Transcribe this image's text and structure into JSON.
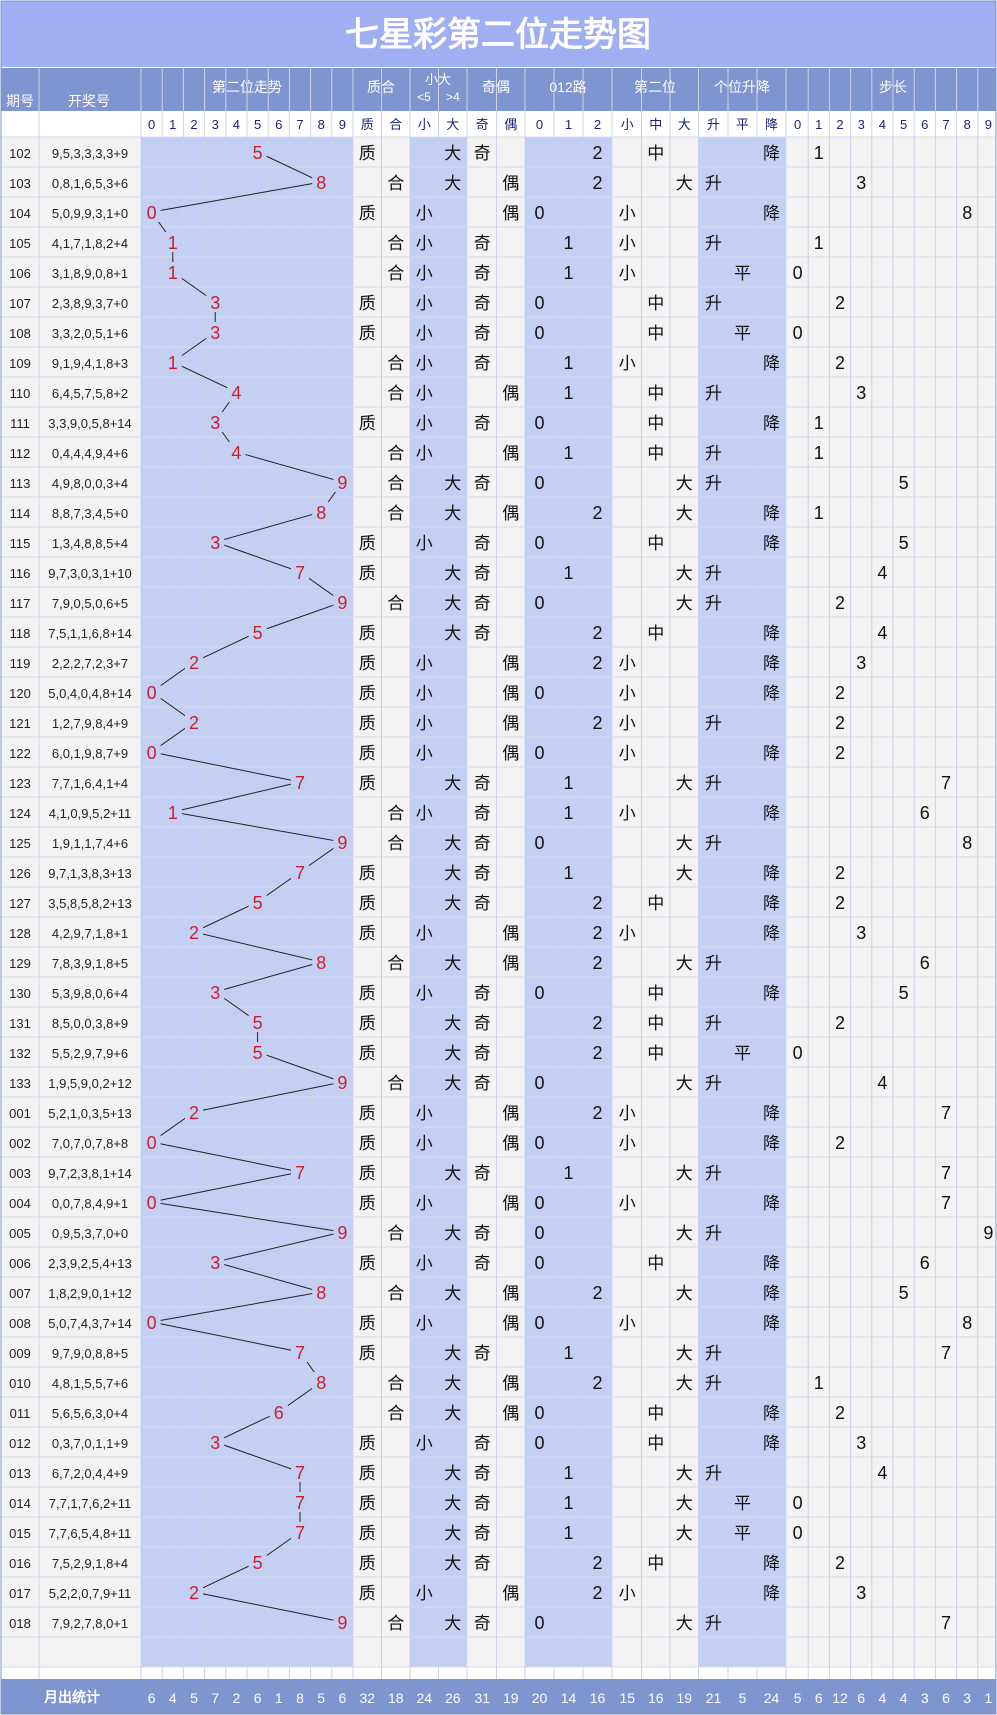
{
  "title": "七星彩第二位走势图",
  "header": {
    "issue": "期号",
    "draw": "开奖号",
    "trend": "第二位走势",
    "prime": "质合",
    "size": "小大",
    "size_note_small": "<5",
    "size_note_big": ">4",
    "odd_even": "奇偶",
    "road": "012路",
    "third": "第二位",
    "updown": "个位升降",
    "step": "步长"
  },
  "subheader": {
    "trend": [
      "0",
      "1",
      "2",
      "3",
      "4",
      "5",
      "6",
      "7",
      "8",
      "9"
    ],
    "prime": [
      "质",
      "合"
    ],
    "size": [
      "小",
      "大"
    ],
    "odd_even": [
      "奇",
      "偶"
    ],
    "road": [
      "0",
      "1",
      "2"
    ],
    "third": [
      "小",
      "中",
      "大"
    ],
    "updown": [
      "升",
      "平",
      "降"
    ],
    "step": [
      "0",
      "1",
      "2",
      "3",
      "4",
      "5",
      "6",
      "7",
      "8",
      "9"
    ]
  },
  "footer_label": "月出统计",
  "footer_values": [
    "6",
    "4",
    "5",
    "7",
    "2",
    "6",
    "1",
    "8",
    "5",
    "6",
    "32",
    "18",
    "24",
    "26",
    "31",
    "19",
    "20",
    "14",
    "16",
    "15",
    "16",
    "19",
    "21",
    "5",
    "24",
    "5",
    "6",
    "12",
    "6",
    "4",
    "4",
    "3",
    "6",
    "3",
    "1"
  ],
  "chart_data": {
    "type": "table",
    "issues": [
      "102",
      "103",
      "104",
      "105",
      "106",
      "107",
      "108",
      "109",
      "110",
      "111",
      "112",
      "113",
      "114",
      "115",
      "116",
      "117",
      "118",
      "119",
      "120",
      "121",
      "122",
      "123",
      "124",
      "125",
      "126",
      "127",
      "128",
      "129",
      "130",
      "131",
      "132",
      "133",
      "001",
      "002",
      "003",
      "004",
      "005",
      "006",
      "007",
      "008",
      "009",
      "010",
      "011",
      "012",
      "013",
      "014",
      "015",
      "016",
      "017",
      "018"
    ],
    "draws": [
      "9,5,3,3,3,3+9",
      "0,8,1,6,5,3+6",
      "5,0,9,9,3,1+0",
      "4,1,7,1,8,2+4",
      "3,1,8,9,0,8+1",
      "2,3,8,9,3,7+0",
      "3,3,2,0,5,1+6",
      "9,1,9,4,1,8+3",
      "6,4,5,7,5,8+2",
      "3,3,9,0,5,8+14",
      "0,4,4,4,9,4+6",
      "4,9,8,0,0,3+4",
      "8,8,7,3,4,5+0",
      "1,3,4,8,8,5+4",
      "9,7,3,0,3,1+10",
      "7,9,0,5,0,6+5",
      "7,5,1,1,6,8+14",
      "2,2,2,7,2,3+7",
      "5,0,4,0,4,8+14",
      "1,2,7,9,8,4+9",
      "6,0,1,9,8,7+9",
      "7,7,1,6,4,1+4",
      "4,1,0,9,5,2+11",
      "1,9,1,1,7,4+6",
      "9,7,1,3,8,3+13",
      "3,5,8,5,8,2+13",
      "4,2,9,7,1,8+1",
      "7,8,3,9,1,8+5",
      "5,3,9,8,0,6+4",
      "8,5,0,0,3,8+9",
      "5,5,2,9,7,9+6",
      "1,9,5,9,0,2+12",
      "5,2,1,0,3,5+13",
      "7,0,7,0,7,8+8",
      "9,7,2,3,8,1+14",
      "0,0,7,8,4,9+1",
      "0,9,5,3,7,0+0",
      "2,3,9,2,5,4+13",
      "1,8,2,9,0,1+12",
      "5,0,7,4,3,7+14",
      "9,7,9,0,8,8+5",
      "4,8,1,5,5,7+6",
      "5,6,5,6,3,0+4",
      "0,3,7,0,1,1+9",
      "6,7,2,0,4,4+9",
      "7,7,1,7,6,2+11",
      "7,7,6,5,4,8+11",
      "7,5,2,9,1,8+4",
      "5,2,2,0,7,9+11",
      "7,9,2,7,8,0+1"
    ],
    "second_digit": [
      5,
      8,
      0,
      1,
      1,
      3,
      3,
      1,
      4,
      3,
      4,
      9,
      8,
      3,
      7,
      9,
      5,
      2,
      0,
      2,
      0,
      7,
      1,
      9,
      7,
      5,
      2,
      8,
      3,
      5,
      5,
      9,
      2,
      0,
      7,
      0,
      9,
      3,
      8,
      0,
      7,
      8,
      6,
      3,
      7,
      7,
      7,
      5,
      2,
      9
    ],
    "prime_composite": [
      "质",
      "合",
      "质",
      "合",
      "合",
      "质",
      "质",
      "合",
      "合",
      "质",
      "合",
      "合",
      "合",
      "质",
      "质",
      "合",
      "质",
      "质",
      "质",
      "质",
      "质",
      "质",
      "合",
      "合",
      "质",
      "质",
      "质",
      "合",
      "质",
      "质",
      "质",
      "合",
      "质",
      "质",
      "质",
      "质",
      "合",
      "质",
      "合",
      "质",
      "质",
      "合",
      "合",
      "质",
      "质",
      "质",
      "质",
      "质",
      "质",
      "合"
    ],
    "small_big": [
      "大",
      "大",
      "小",
      "小",
      "小",
      "小",
      "小",
      "小",
      "小",
      "小",
      "小",
      "大",
      "大",
      "小",
      "大",
      "大",
      "大",
      "小",
      "小",
      "小",
      "小",
      "大",
      "小",
      "大",
      "大",
      "大",
      "小",
      "大",
      "小",
      "大",
      "大",
      "大",
      "小",
      "小",
      "大",
      "小",
      "大",
      "小",
      "大",
      "小",
      "大",
      "大",
      "大",
      "小",
      "大",
      "大",
      "大",
      "大",
      "小",
      "大"
    ],
    "odd_even": [
      "奇",
      "偶",
      "偶",
      "奇",
      "奇",
      "奇",
      "奇",
      "奇",
      "偶",
      "奇",
      "偶",
      "奇",
      "偶",
      "奇",
      "奇",
      "奇",
      "奇",
      "偶",
      "偶",
      "偶",
      "偶",
      "奇",
      "奇",
      "奇",
      "奇",
      "奇",
      "偶",
      "偶",
      "奇",
      "奇",
      "奇",
      "奇",
      "偶",
      "偶",
      "奇",
      "偶",
      "奇",
      "奇",
      "偶",
      "偶",
      "奇",
      "偶",
      "偶",
      "奇",
      "奇",
      "奇",
      "奇",
      "奇",
      "偶",
      "奇"
    ],
    "road_012": [
      "2",
      "2",
      "0",
      "1",
      "1",
      "0",
      "0",
      "1",
      "1",
      "0",
      "1",
      "0",
      "2",
      "0",
      "1",
      "0",
      "2",
      "2",
      "0",
      "2",
      "0",
      "1",
      "1",
      "0",
      "1",
      "2",
      "2",
      "2",
      "0",
      "2",
      "2",
      "0",
      "2",
      "0",
      "1",
      "0",
      "0",
      "0",
      "2",
      "0",
      "1",
      "2",
      "0",
      "0",
      "1",
      "1",
      "1",
      "2",
      "2",
      "0"
    ],
    "zone": [
      "中",
      "大",
      "小",
      "小",
      "小",
      "中",
      "中",
      "小",
      "中",
      "中",
      "中",
      "大",
      "大",
      "中",
      "大",
      "大",
      "中",
      "小",
      "小",
      "小",
      "小",
      "大",
      "小",
      "大",
      "大",
      "中",
      "小",
      "大",
      "中",
      "中",
      "中",
      "大",
      "小",
      "小",
      "大",
      "小",
      "大",
      "中",
      "大",
      "小",
      "大",
      "大",
      "中",
      "中",
      "大",
      "大",
      "大",
      "中",
      "小",
      "大"
    ],
    "up_down": [
      "降",
      "升",
      "降",
      "升",
      "平",
      "升",
      "平",
      "降",
      "升",
      "降",
      "升",
      "升",
      "降",
      "降",
      "升",
      "升",
      "降",
      "降",
      "降",
      "升",
      "降",
      "升",
      "降",
      "升",
      "降",
      "降",
      "降",
      "升",
      "降",
      "升",
      "平",
      "升",
      "降",
      "降",
      "升",
      "降",
      "升",
      "降",
      "降",
      "降",
      "升",
      "升",
      "降",
      "降",
      "升",
      "平",
      "平",
      "降",
      "降",
      "升"
    ],
    "step": [
      1,
      3,
      8,
      1,
      0,
      2,
      0,
      2,
      3,
      1,
      1,
      5,
      1,
      5,
      4,
      2,
      4,
      3,
      2,
      2,
      2,
      7,
      6,
      8,
      2,
      2,
      3,
      6,
      5,
      2,
      0,
      4,
      7,
      2,
      7,
      7,
      9,
      6,
      5,
      8,
      7,
      1,
      2,
      3,
      4,
      0,
      0,
      2,
      3,
      7
    ]
  }
}
